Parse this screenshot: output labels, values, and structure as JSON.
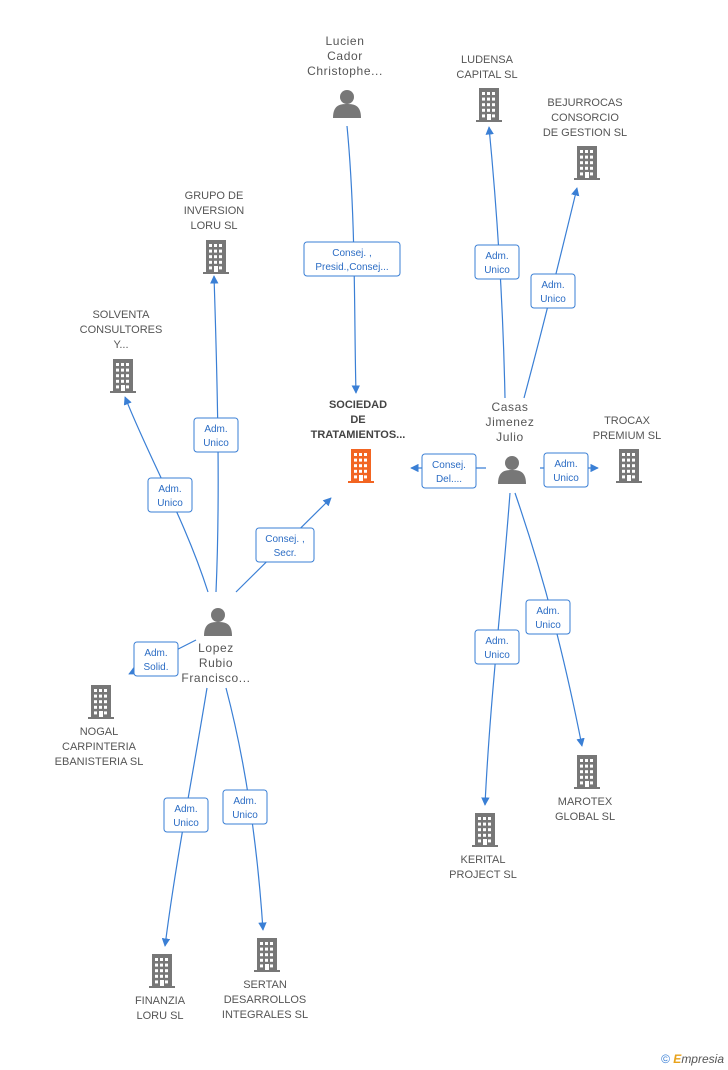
{
  "colors": {
    "edge": "#3a7fd5",
    "building": "#777777",
    "center_building": "#f26522",
    "person": "#777777",
    "label": "#555555"
  },
  "footer": {
    "copyright_symbol": "©",
    "brand_initial": "E",
    "brand_rest": "mpresia"
  },
  "nodes": [
    {
      "id": "center",
      "type": "company",
      "highlight": true,
      "lines": [
        "SOCIEDAD",
        "DE",
        "TRATAMIENTOS..."
      ]
    },
    {
      "id": "lucien",
      "type": "person",
      "lines": [
        "Lucien",
        "Cador",
        "Christophe..."
      ]
    },
    {
      "id": "casas",
      "type": "person",
      "lines": [
        "Casas",
        "Jimenez",
        "Julio"
      ]
    },
    {
      "id": "lopez",
      "type": "person",
      "lines": [
        "Lopez",
        "Rubio",
        "Francisco..."
      ]
    },
    {
      "id": "ludensa",
      "type": "company",
      "lines": [
        "LUDENSA",
        "CAPITAL SL"
      ]
    },
    {
      "id": "bejurrocas",
      "type": "company",
      "lines": [
        "BEJURROCAS",
        "CONSORCIO",
        "DE GESTION SL"
      ]
    },
    {
      "id": "grupo",
      "type": "company",
      "lines": [
        "GRUPO DE",
        "INVERSION",
        "LORU SL"
      ]
    },
    {
      "id": "solventa",
      "type": "company",
      "lines": [
        "SOLVENTA",
        "CONSULTORES",
        "Y..."
      ]
    },
    {
      "id": "trocax",
      "type": "company",
      "lines": [
        "TROCAX",
        "PREMIUM SL"
      ]
    },
    {
      "id": "nogal",
      "type": "company",
      "lines": [
        "NOGAL",
        "CARPINTERIA",
        "EBANISTERIA SL"
      ]
    },
    {
      "id": "marotex",
      "type": "company",
      "lines": [
        "MAROTEX",
        "GLOBAL SL"
      ]
    },
    {
      "id": "kerital",
      "type": "company",
      "lines": [
        "KERITAL",
        "PROJECT SL"
      ]
    },
    {
      "id": "finanzia",
      "type": "company",
      "lines": [
        "FINANZIA",
        "LORU SL"
      ]
    },
    {
      "id": "sertan",
      "type": "company",
      "lines": [
        "SERTAN",
        "DESARROLLOS",
        "INTEGRALES SL"
      ]
    }
  ],
  "edges": [
    {
      "id": "lucien-center",
      "lines": [
        "Consej. ,",
        "Presid.,Consej..."
      ]
    },
    {
      "id": "casas-center",
      "lines": [
        "Consej.",
        "Del...."
      ]
    },
    {
      "id": "lopez-center",
      "lines": [
        "Consej. ,",
        "Secr."
      ]
    },
    {
      "id": "casas-ludensa",
      "lines": [
        "Adm.",
        "Unico"
      ]
    },
    {
      "id": "casas-bejurrocas",
      "lines": [
        "Adm.",
        "Unico"
      ]
    },
    {
      "id": "casas-trocax",
      "lines": [
        "Adm.",
        "Unico"
      ]
    },
    {
      "id": "casas-kerital",
      "lines": [
        "Adm.",
        "Unico"
      ]
    },
    {
      "id": "casas-marotex",
      "lines": [
        "Adm.",
        "Unico"
      ]
    },
    {
      "id": "lopez-grupo",
      "lines": [
        "Adm.",
        "Unico"
      ]
    },
    {
      "id": "lopez-solventa",
      "lines": [
        "Adm.",
        "Unico"
      ]
    },
    {
      "id": "lopez-nogal",
      "lines": [
        "Adm.",
        "Solid."
      ]
    },
    {
      "id": "lopez-finanzia",
      "lines": [
        "Adm.",
        "Unico"
      ]
    },
    {
      "id": "lopez-sertan",
      "lines": [
        "Adm.",
        "Unico"
      ]
    }
  ]
}
